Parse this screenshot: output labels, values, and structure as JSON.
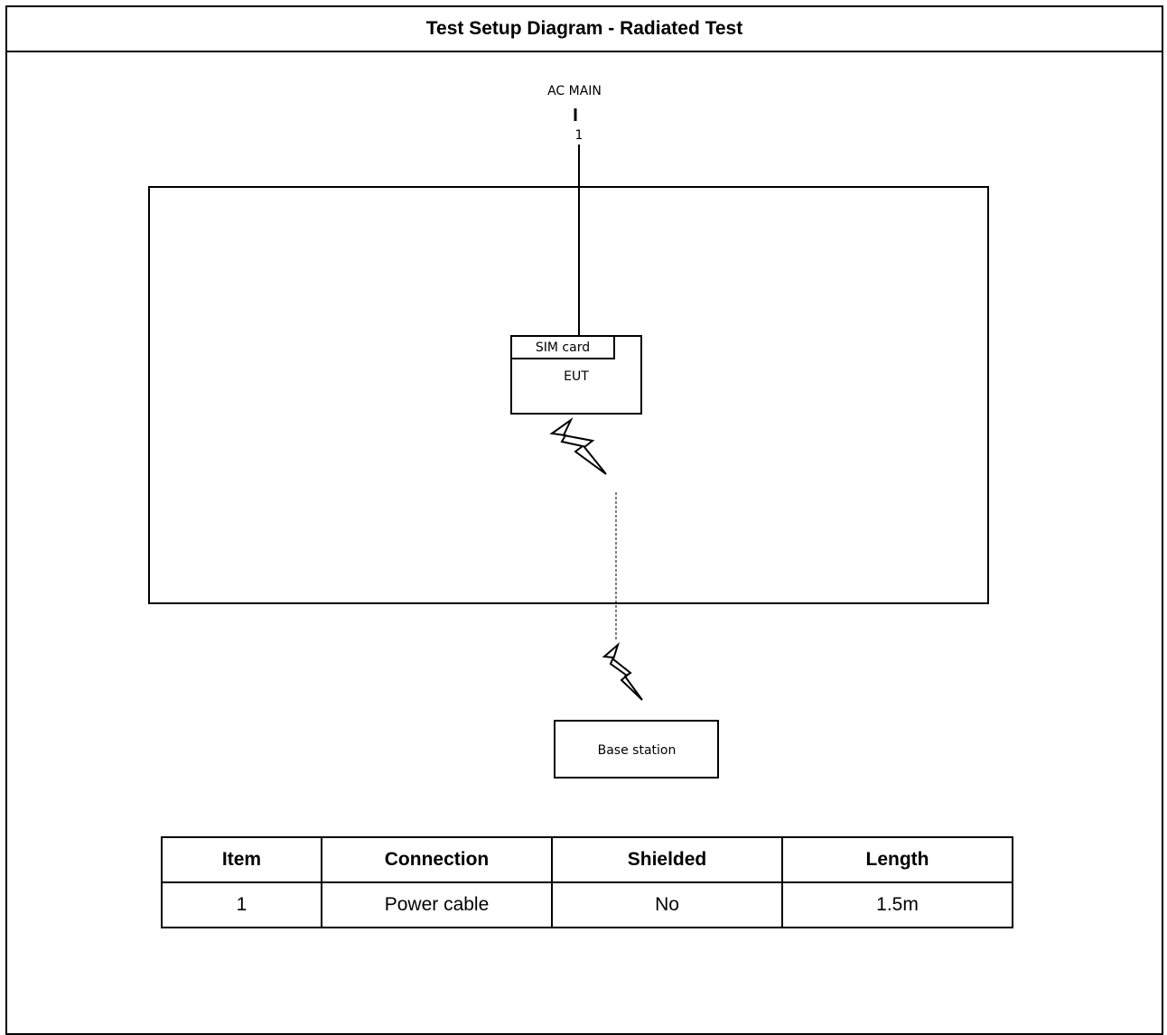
{
  "header": {
    "title": "Test Setup Diagram - Radiated Test"
  },
  "diagram": {
    "ac_main": "AC MAIN",
    "cable_number": "1",
    "sim_card": "SIM card",
    "eut": "EUT",
    "base_station": "Base station",
    "icons": [
      "lightning-bolt-icon",
      "lightning-bolt-icon"
    ]
  },
  "table": {
    "headers": [
      "Item",
      "Connection",
      "Shielded",
      "Length"
    ],
    "rows": [
      [
        "1",
        "Power cable",
        "No",
        "1.5m"
      ]
    ]
  }
}
